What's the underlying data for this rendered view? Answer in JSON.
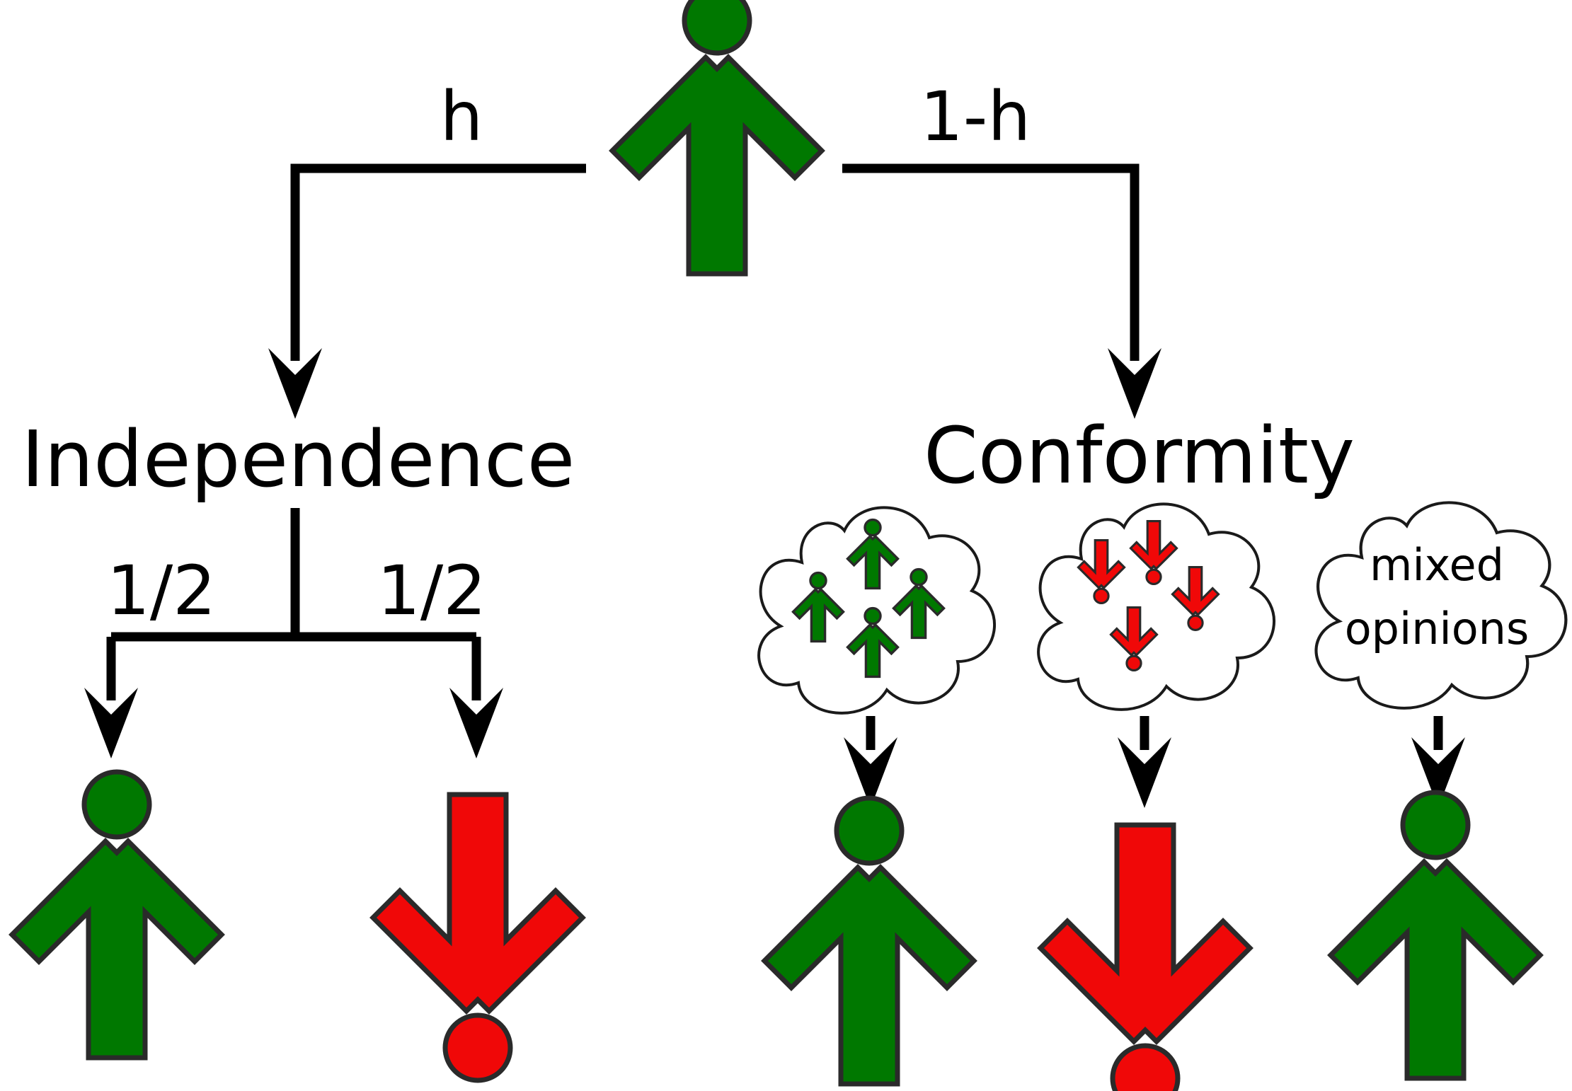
{
  "colors": {
    "up_opinion": "#007800",
    "down_opinion": "#f00808",
    "outline": "#2a2a2a",
    "edge": "#000000"
  },
  "icons": {
    "up_agent": "person-arrow-up-icon",
    "down_agent": "person-arrow-down-icon",
    "thought_cloud": "thought-cloud-icon"
  },
  "labels": {
    "prob_independence": "h",
    "prob_conformity": "1-h",
    "independence": "Independence",
    "conformity": "Conformity",
    "half_left": "1/2",
    "half_right": "1/2"
  },
  "clouds": {
    "mixed_line1": "mixed",
    "mixed_line2": "opinions"
  }
}
